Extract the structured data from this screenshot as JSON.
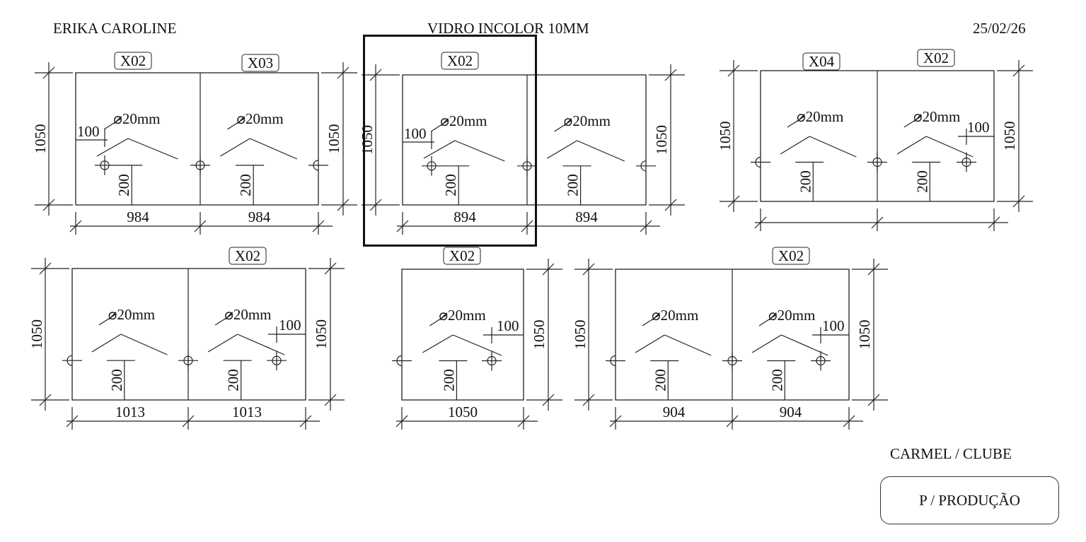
{
  "header": {
    "client": "ERIKA CAROLINE",
    "material": "VIDRO INCOLOR 10MM",
    "date": "25/02/26"
  },
  "footer": {
    "location": "CARMEL / CLUBE",
    "stamp": "P / PRODUÇÃO"
  },
  "hole_label": "⌀20mm",
  "offset_label": "100",
  "height_offset_label": "200",
  "drawings": [
    {
      "tags": [
        "X02",
        "X03"
      ],
      "widths": [
        "984",
        "984"
      ],
      "height_left": "1050",
      "height_right": "1050"
    },
    {
      "tags": [
        "X02"
      ],
      "widths": [
        "894",
        "894"
      ],
      "height_left": "1050",
      "height_right": "1050",
      "selected": true
    },
    {
      "tags": [
        "X04",
        "X02"
      ],
      "widths": [],
      "height_left": "1050",
      "height_right": "1050"
    },
    {
      "tags": [
        "X02"
      ],
      "widths": [
        "1013",
        "1013"
      ],
      "height_left": "1050",
      "height_right": "1050"
    },
    {
      "tags": [
        "X02"
      ],
      "widths": [
        "1050"
      ],
      "height_left": "",
      "height_right": "1050"
    },
    {
      "tags": [
        "X02"
      ],
      "widths": [
        "904",
        "904"
      ],
      "height_left": "1050",
      "height_right": "1050"
    }
  ]
}
